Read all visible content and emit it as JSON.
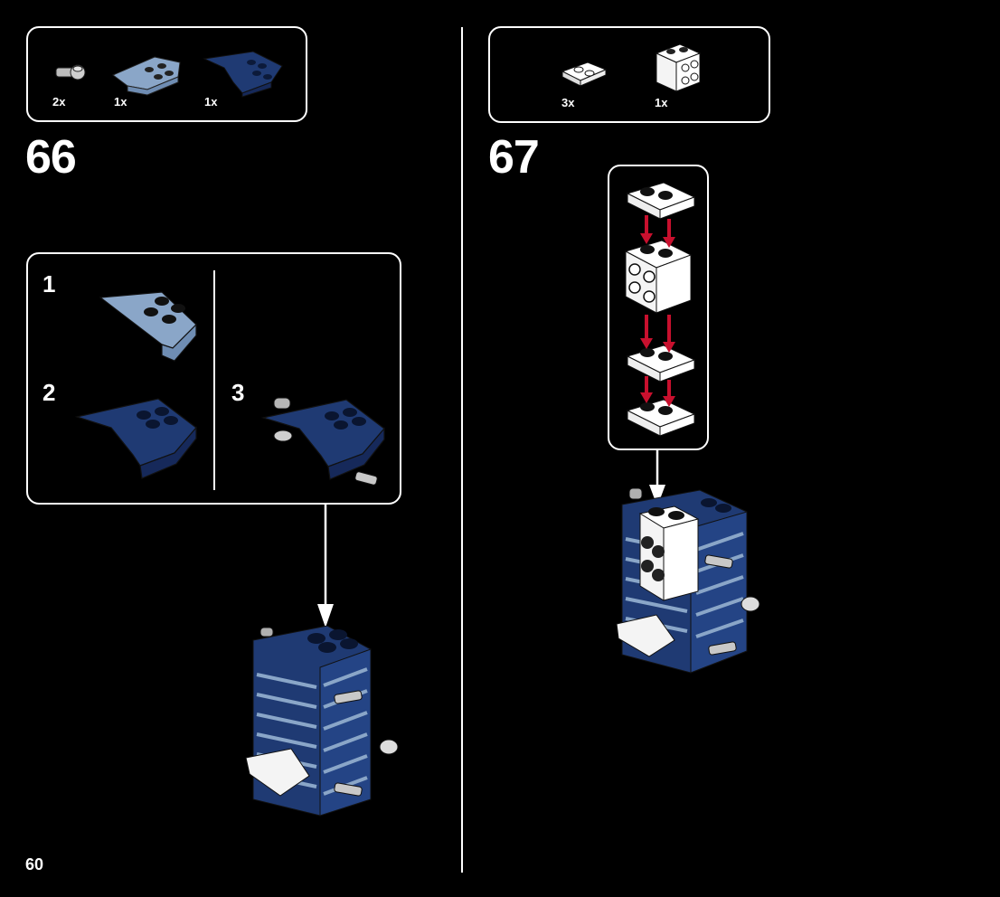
{
  "page_number": "60",
  "steps": [
    {
      "number": "66",
      "parts": [
        {
          "qty": "2x",
          "icon": "light-gray-clip-plate-icon"
        },
        {
          "qty": "1x",
          "icon": "sand-blue-wedge-plate-icon"
        },
        {
          "qty": "1x",
          "icon": "dark-blue-wedge-plate-icon"
        }
      ],
      "substeps": [
        "1",
        "2",
        "3"
      ]
    },
    {
      "number": "67",
      "parts": [
        {
          "qty": "3x",
          "icon": "white-plate-1x2-icon"
        },
        {
          "qty": "1x",
          "icon": "white-brick-with-studs-on-side-icon"
        }
      ]
    }
  ],
  "colors": {
    "background": "#000000",
    "dark_blue": "#1f3a73",
    "sand_blue": "#8aa6c8",
    "white": "#ffffff",
    "light_gray": "#a0a0a0",
    "arrow_red": "#c8102e"
  }
}
